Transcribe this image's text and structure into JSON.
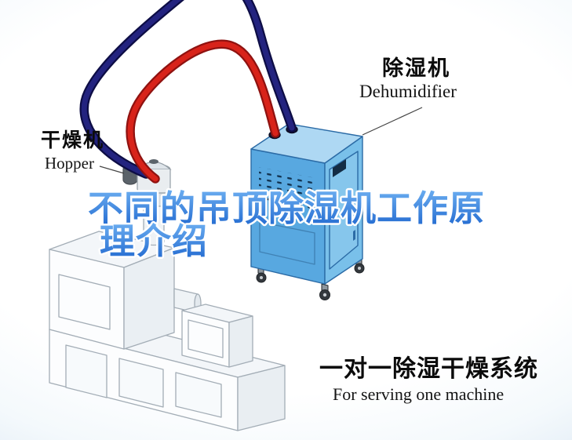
{
  "title": {
    "line1": "不同的吊顶除湿机工作原",
    "line2": "理介绍"
  },
  "labels": {
    "dehumidifier": {
      "cn": "除湿机",
      "en": "Dehumidifier"
    },
    "hopper": {
      "cn": "干燥机",
      "en": "Hopper"
    }
  },
  "caption": {
    "cn": "一对一除湿干燥系统",
    "en": "For serving one machine"
  },
  "components": [
    "dehumidifier-3d-unit",
    "hopper-dryer-loader",
    "extruder-machine-lineart",
    "red-air-hose",
    "navy-air-hose"
  ],
  "colors": {
    "title_blue": "#2f7fd9",
    "hose_red": "#d8231a",
    "hose_navy": "#1b1b6e",
    "unit_front_blue": "#58a8e0",
    "unit_side_blue": "#79c0ea",
    "unit_top_blue": "#aed8f3",
    "background_edge": "#c9dcee",
    "label_black": "#0b0b0b"
  }
}
